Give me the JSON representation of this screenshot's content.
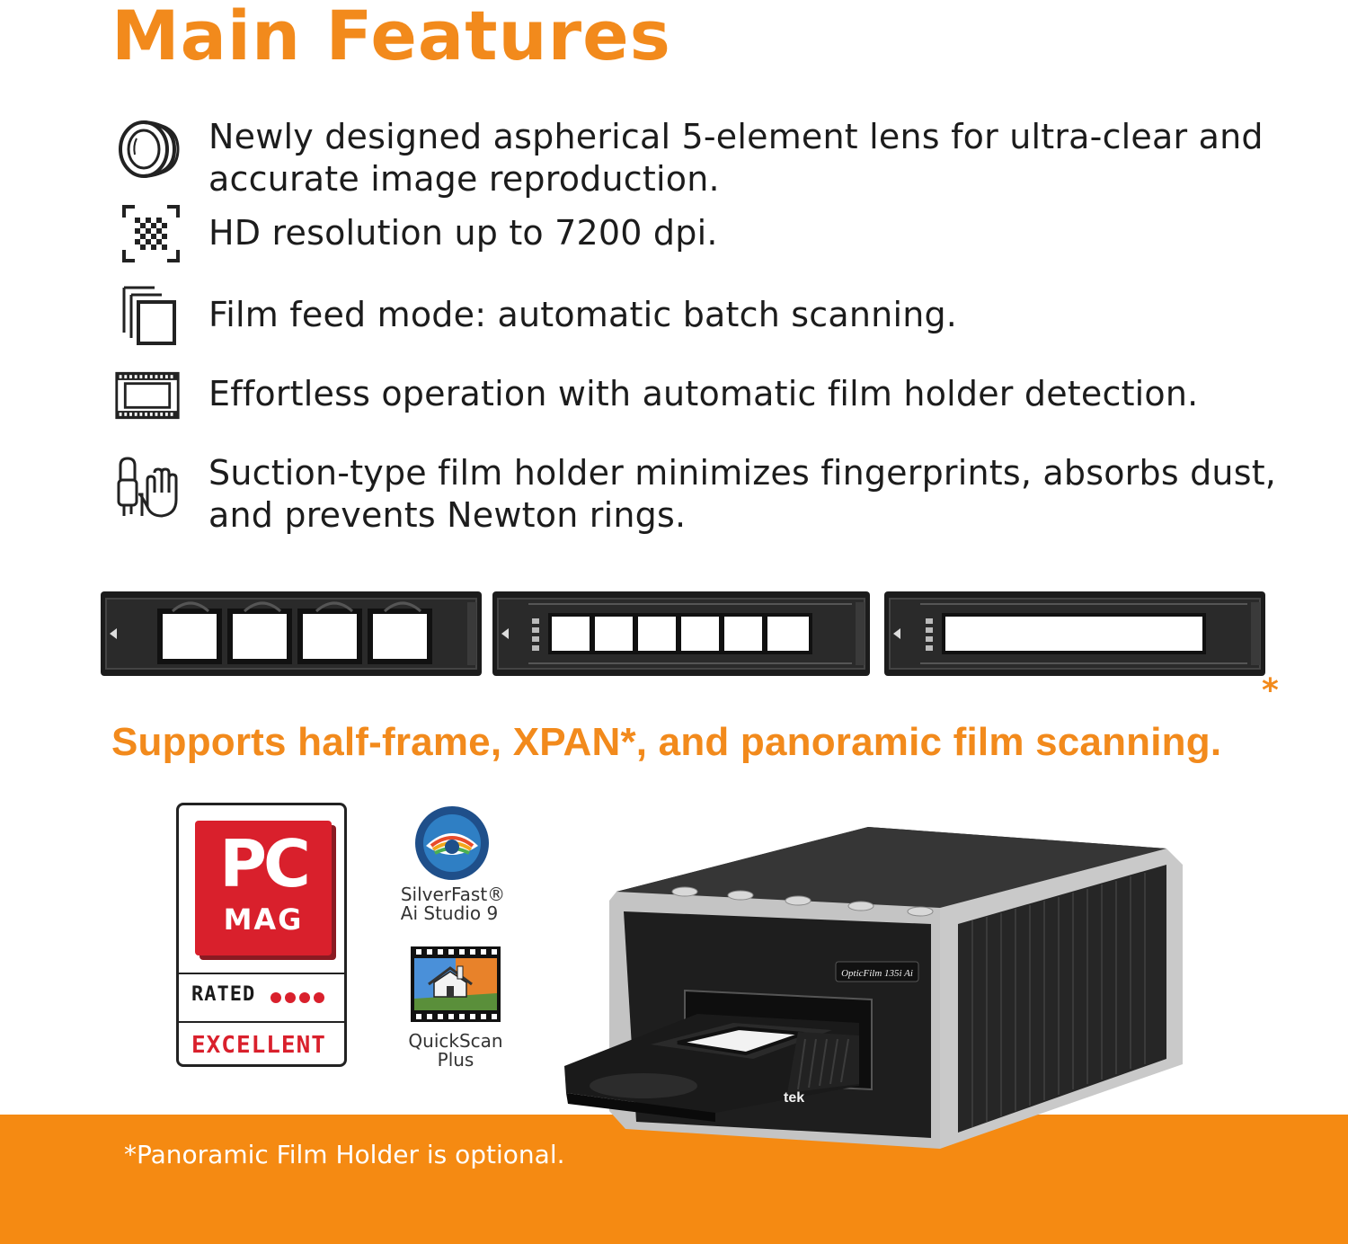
{
  "header": {
    "title": "Main Features"
  },
  "features": [
    {
      "icon": "lens-icon",
      "text": "Newly designed aspherical 5-element lens for ultra-clear and accurate image reproduction."
    },
    {
      "icon": "resolution-icon",
      "text": "HD resolution up to 7200 dpi."
    },
    {
      "icon": "stacked-frames-icon",
      "text": "Film feed mode: automatic batch scanning."
    },
    {
      "icon": "film-strip-icon",
      "text": "Effortless operation with automatic film holder detection."
    },
    {
      "icon": "suction-hand-icon",
      "text": "Suction-type film holder minimizes fingerprints, absorbs dust, and prevents Newton rings."
    }
  ],
  "film_holders": {
    "asterisk": "*",
    "items": [
      {
        "type": "slide-holder",
        "frames": 4
      },
      {
        "type": "strip-holder",
        "frames": 6
      },
      {
        "type": "panoramic-holder",
        "frames": 1
      }
    ]
  },
  "subheading": "Supports half-frame, XPAN*, and panoramic film scanning.",
  "badges": {
    "pcmag": {
      "line1": "PC",
      "line2": "MAG",
      "rated": "RATED",
      "rating": "EXCELLENT",
      "dots": 4,
      "accent": "#d9202c"
    },
    "silverfast": {
      "name": "SilverFast®",
      "sub": "Ai Studio 9"
    },
    "quickscan": {
      "name": "QuickScan",
      "sub": "Plus"
    }
  },
  "product": {
    "model_label": "OpticFilm 135i Ai",
    "brand_label": "tek"
  },
  "footer": {
    "note": "*Panoramic Film Holder is optional."
  },
  "colors": {
    "accent": "#f28a1c",
    "footer": "#f58a12",
    "text": "#1c1c1c"
  }
}
